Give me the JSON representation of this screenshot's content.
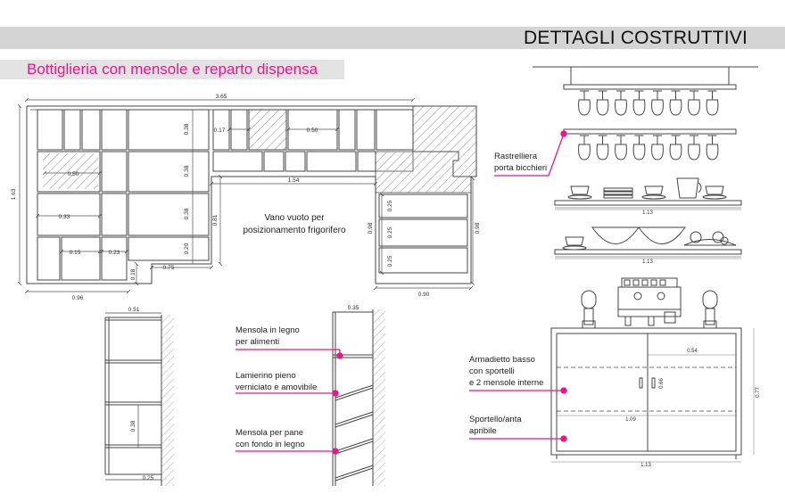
{
  "header": {
    "title": "DETTAGLI COSTRUTTIVI"
  },
  "section": {
    "title": "Bottiglieria con mensole e reparto dispensa"
  },
  "colors": {
    "accent": "#e3198a",
    "line": "#444444",
    "band": "#d4d4d4",
    "hatch": "#888888"
  },
  "plan": {
    "dims": {
      "total_width": "3.65",
      "height_left": "1.63",
      "bottom_left": "0.96",
      "bottom_right": "0.90",
      "void_width": "1.54",
      "void_height": "0.81",
      "right_height_a": "0.98",
      "right_height_b": "0.98",
      "col_a": "0.38",
      "col_b": "0.38",
      "col_c": "0.38",
      "col_d": "0.20",
      "small_a": "0.17",
      "wide_a": "0.50",
      "wide_b": "0.50",
      "cell_a": "0.33",
      "cell_b": "0.15",
      "cell_c": "0.23",
      "step_w": "0.75",
      "step_h": "0.18",
      "drawer_a": "0.25",
      "drawer_b": "0.25",
      "drawer_c": "0.25"
    },
    "void_label_1": "Vano vuoto per",
    "void_label_2": "posizionamento frigorifero"
  },
  "section_shelf": {
    "width": "0.51",
    "height": "0.38",
    "depth": "0.25"
  },
  "shelf_detail": {
    "width": "0.35",
    "labels": [
      [
        "Mensola in legno",
        "per alimenti"
      ],
      [
        "Lamierino pieno",
        "verniciato e amovibile"
      ],
      [
        "Mensola per pane",
        "con fondo in legno"
      ]
    ]
  },
  "rack": {
    "label": [
      "Rastrelliera",
      "porta bicchieri"
    ],
    "shelf_dim_a": "1.13",
    "shelf_dim_b": "1.13"
  },
  "cabinet": {
    "labels": [
      [
        "Armadietto basso",
        "con sportelli",
        "e 2 mensole interne"
      ],
      [
        "Sportello/anta",
        "apribile"
      ]
    ],
    "dim_inner": "0.54",
    "dim_shelf": "1.09",
    "dim_width": "1.13",
    "dim_height": "0.77",
    "dim_door": "0.66"
  }
}
